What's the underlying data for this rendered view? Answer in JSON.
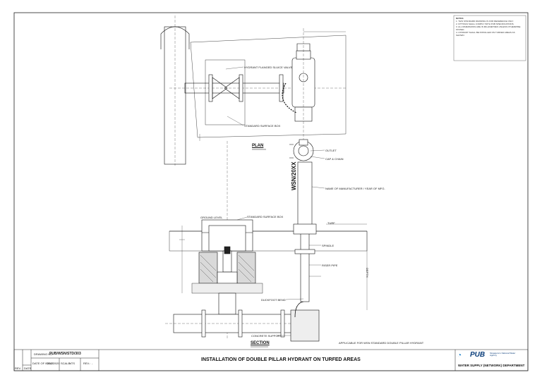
{
  "drawing": {
    "title": "INSTALLATION OF DOUBLE PILLAR HYDRANT ON TURFED AREAS",
    "drawing_no_label": "DRAWING NO.:",
    "drawing_no": "PUB/WSN/STD/303",
    "date_label": "DATE OF ISSUE:",
    "date_value": "DEC 2020",
    "scale_label": "SCALE:",
    "scale_value": "NTS",
    "rev_label": "REV.:",
    "rev_value": "-",
    "rev_col": "REV.",
    "date_col": "DATE",
    "department": "WATER SUPPLY (NETWORK) DEPARTMENT",
    "logo_text": "PUB",
    "logo_sub": "Singapore's National Water Agency"
  },
  "views": {
    "plan": "PLAN",
    "section": "SECTION"
  },
  "hydrant": {
    "marking": "WSN/20XX"
  },
  "notes": {
    "heading": "NOTES:",
    "items": [
      "1. THIS STANDARD DRAWING IS FOR REFERENCE ONLY.",
      "2. FITTINGS SHALL COMPLY WITH PUB SPECIFICATIONS.",
      "3. ALL DIMENSIONS ARE IN MILLIMETRES UNLESS OTHERWISE STATED.",
      "4. HYDRANT SHALL BE INSTALLED ON TURFED AREAS AS SHOWN."
    ]
  },
  "labels": {
    "plan_flange": "HYDRANT FLANGED SLUICE VALVE",
    "plan_note": "STANDARD SURFACE BOX",
    "outlet": "OUTLET",
    "cap_chain": "CAP & CHAIN",
    "name_plate": "NAME OF MANUFACTURER / YEAR OF MFG.",
    "ground": "GROUND LEVEL",
    "surface_box": "STANDARD SURFACE BOX",
    "spindle": "SPINDLE",
    "riser": "RISER PIPE",
    "duckfoot": "DUCKFOOT BEND",
    "support": "CONCRETE SUPPORT",
    "depth": "DEPTH",
    "turf": "TURF",
    "applicable": "APPLICABLE FOR WSN STANDARD DOUBLE PILLAR HYDRANT"
  }
}
